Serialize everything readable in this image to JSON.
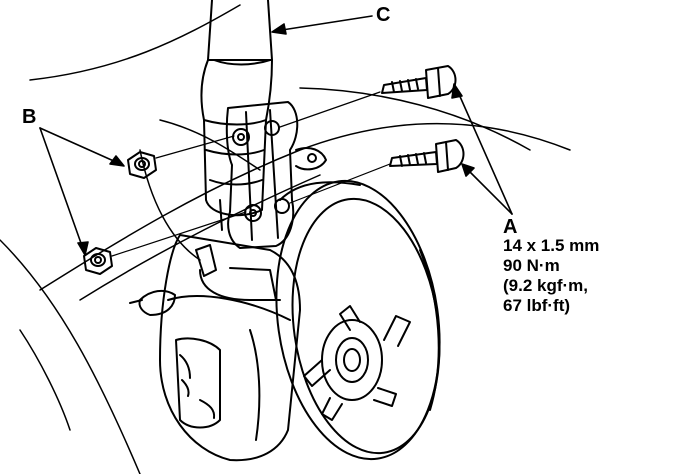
{
  "callouts": {
    "a": "A",
    "b": "B",
    "c": "C"
  },
  "spec_a": {
    "size": "14 x 1.5 mm",
    "torque_nm": "90 N·m",
    "torque_kgfm": "(9.2 kgf·m,",
    "torque_lbfft": "67 lbf·ft)"
  }
}
